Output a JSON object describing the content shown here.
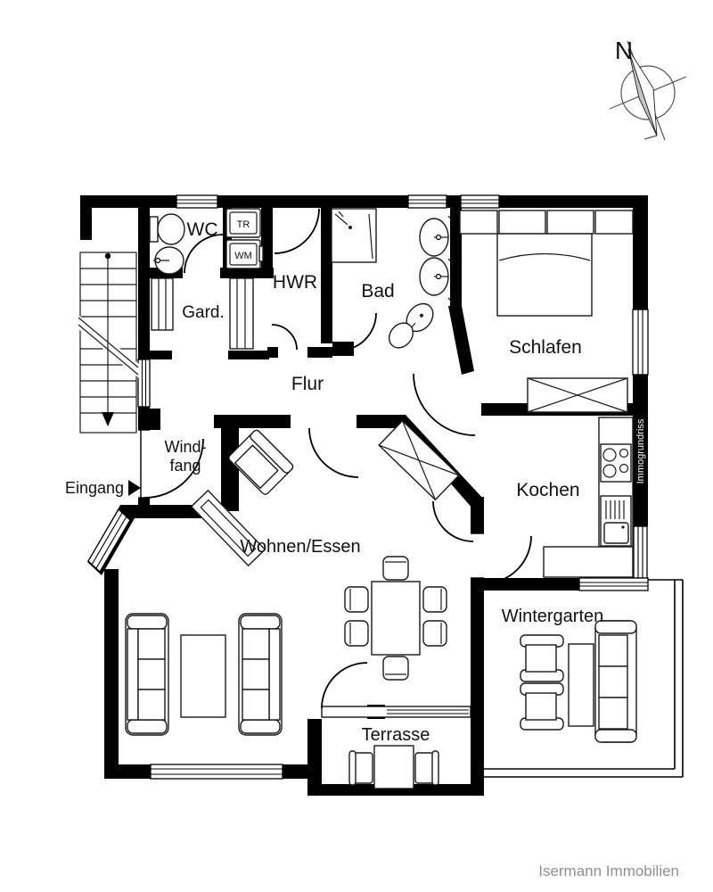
{
  "compass": {
    "north_label": "N"
  },
  "rooms": {
    "wc": "WC",
    "gard": "Gard.",
    "hwr": "HWR",
    "bad": "Bad",
    "flur": "Flur",
    "schlafen": "Schlafen",
    "windfang_line1": "Wind-",
    "windfang_line2": "fang",
    "kochen": "Kochen",
    "wohnen_essen": "Wohnen/Essen",
    "wintergarten": "Wintergarten",
    "terrasse": "Terrasse"
  },
  "appliances": {
    "dryer": "TR",
    "washer": "WM"
  },
  "annotations": {
    "entrance": "Eingang",
    "watermark_wall": "Immogrundriss",
    "credit": "Isermann Immobilien"
  },
  "colors": {
    "walls": "#000000",
    "background": "#ffffff",
    "credit_gray": "#8f8f8f",
    "compass_needle_gray": "#c4c4c4"
  }
}
